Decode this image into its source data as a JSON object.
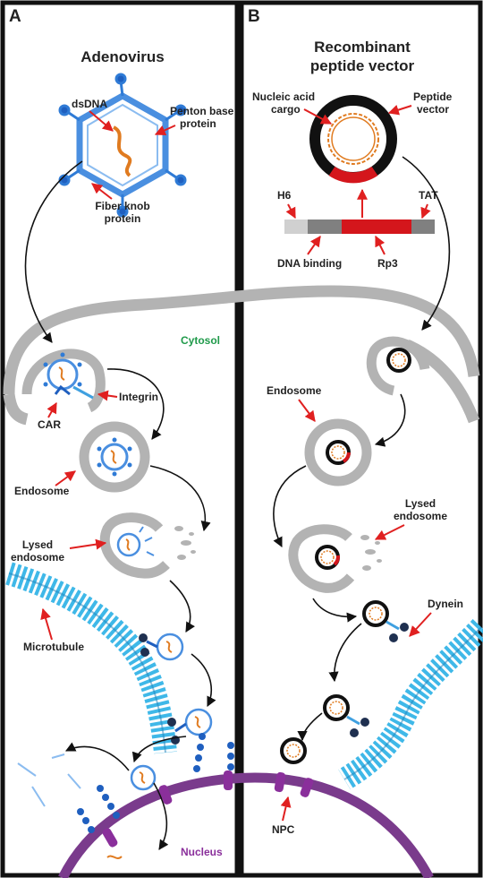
{
  "panels": {
    "a": {
      "letter": "A",
      "title": "Adenovirus"
    },
    "b": {
      "letter": "B",
      "title_line1": "Recombinant",
      "title_line2": "peptide vector"
    }
  },
  "labels": {
    "dsdna": "dsDNA",
    "penton_line1": "Penton base",
    "penton_line2": "protein",
    "fiber_line1": "Fiber knob",
    "fiber_line2": "protein",
    "nucleic_line1": "Nucleic acid",
    "nucleic_line2": "cargo",
    "peptide_line1": "Peptide",
    "peptide_line2": "vector",
    "h6": "H6",
    "tat": "TAT",
    "dna_binding": "DNA binding",
    "rp3": "Rp3",
    "cytosol": "Cytosol",
    "integrin": "Integrin",
    "car": "CAR",
    "endosome_a": "Endosome",
    "lysed_a_line1": "Lysed",
    "lysed_a_line2": "endosome",
    "microtubule": "Microtubule",
    "endosome_b": "Endosome",
    "lysed_b_line1": "Lysed",
    "lysed_b_line2": "endosome",
    "dynein": "Dynein",
    "npc": "NPC",
    "nucleus": "Nucleus"
  },
  "colors": {
    "membrane": "#b3b3b3",
    "virus": "#2f7bd6",
    "dna": "#e07b20",
    "arrow_red": "#e02020",
    "vector_ring": "#111111",
    "rp3_red": "#d4161c",
    "microtubule": "#3fb8e8",
    "dynein": "#1f3050",
    "npc": "#8a2f9b",
    "nucleus_membrane": "#7a3b8c",
    "cytosol_text": "#1f9a4a",
    "nucleus_text": "#8a2f9b"
  }
}
